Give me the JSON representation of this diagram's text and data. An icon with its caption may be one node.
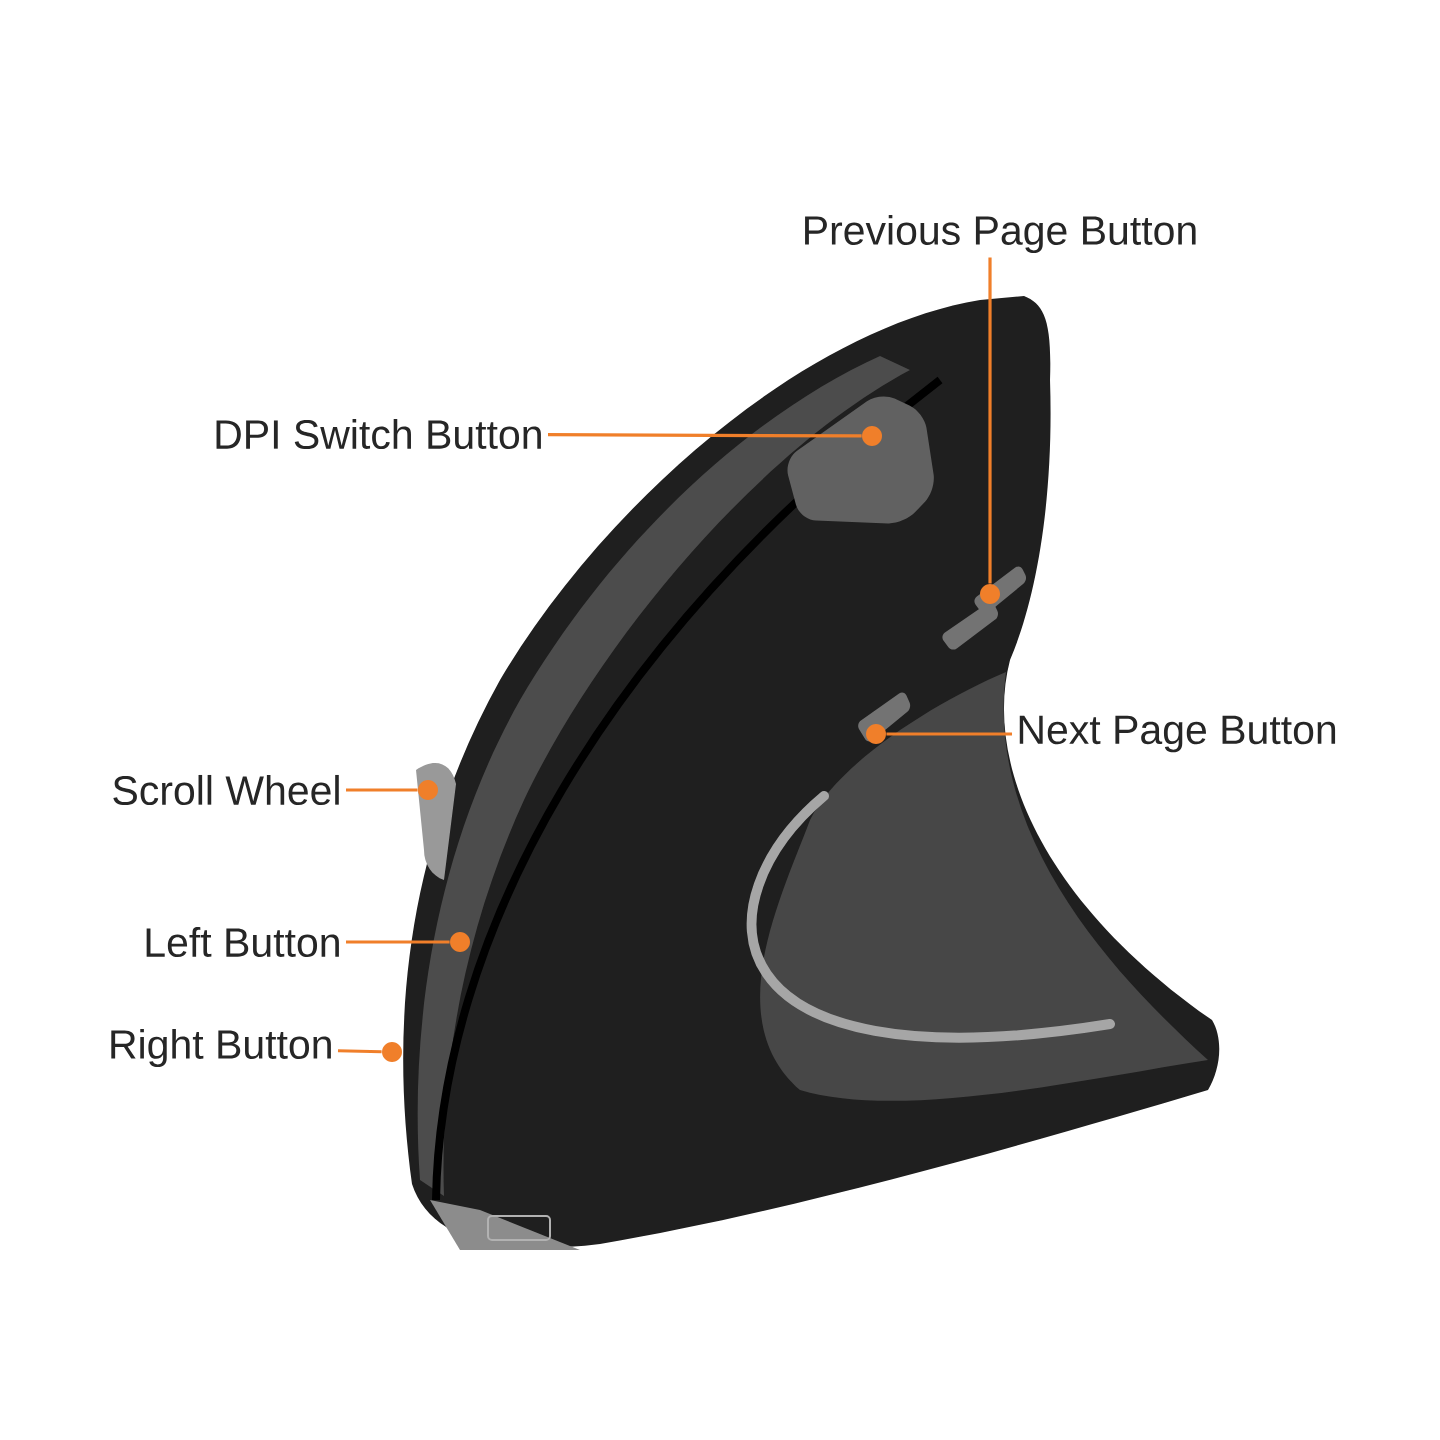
{
  "diagram": {
    "nodes": [
      {
        "text": [
          "Previous Page Button"
        ]
      },
      {
        "text": [
          "DPI Switch Button"
        ]
      },
      {
        "text": [
          "Next Page Button"
        ]
      },
      {
        "text": [
          "Scroll Wheel"
        ]
      },
      {
        "text": [
          "Left Button"
        ]
      },
      {
        "text": [
          "Right Button"
        ]
      },
      {
        "text": [],
        "shape": "circle"
      },
      {
        "text": [],
        "shape": "circle"
      },
      {
        "text": [],
        "shape": "circle"
      },
      {
        "text": [],
        "shape": "circle"
      },
      {
        "text": [],
        "shape": "circle"
      },
      {
        "text": [],
        "shape": "circle"
      }
    ],
    "edges": [
      {
        "from": 0,
        "to": 6,
        "arrow": "none"
      },
      {
        "from": 1,
        "to": 7,
        "arrow": "none"
      },
      {
        "from": 2,
        "to": 8,
        "arrow": "none"
      },
      {
        "from": 3,
        "to": 9,
        "arrow": "none"
      },
      {
        "from": 4,
        "to": 10,
        "arrow": "none"
      },
      {
        "from": 5,
        "to": 11,
        "arrow": "none"
      }
    ]
  }
}
